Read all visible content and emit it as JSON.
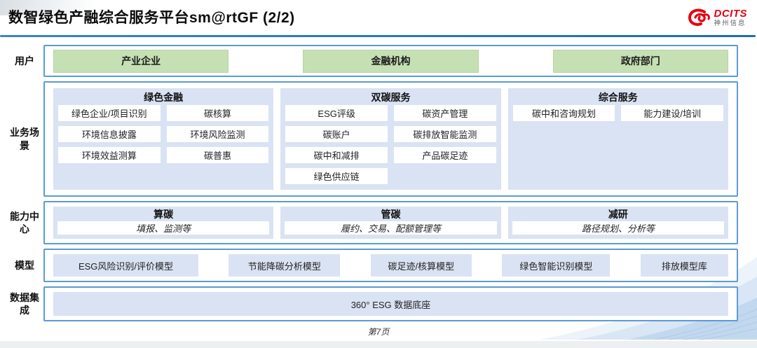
{
  "header": {
    "title": "数智绿色产融综合服务平台sm@rtGF (2/2)",
    "logo": {
      "brand": "DCITS",
      "sub": "神州信息"
    }
  },
  "rows": {
    "users": {
      "label": "用户",
      "items": [
        "产业企业",
        "金融机构",
        "政府部门"
      ]
    },
    "scenarios": {
      "label": "业务场景",
      "columns": [
        {
          "title": "绿色金融",
          "items": [
            "绿色企业/项目识别",
            "碳核算",
            "环境信息披露",
            "环境风险监测",
            "环境效益测算",
            "碳普惠"
          ]
        },
        {
          "title": "双碳服务",
          "items": [
            "ESG评级",
            "碳资产管理",
            "碳账户",
            "碳排放智能监测",
            "碳中和减排",
            "产品碳足迹",
            "绿色供应链"
          ]
        },
        {
          "title": "综合服务",
          "items": [
            "碳中和咨询规划",
            "能力建设/培训"
          ]
        }
      ]
    },
    "capabilities": {
      "label": "能力中心",
      "items": [
        {
          "title": "算碳",
          "desc": "填报、监测等"
        },
        {
          "title": "管碳",
          "desc": "履约、交易、配额管理等"
        },
        {
          "title": "减研",
          "desc": "路径规划、分析等"
        }
      ]
    },
    "models": {
      "label": "模型",
      "items": [
        "ESG风险识别/评价模型",
        "节能降碳分析模型",
        "碳足迹/核算模型",
        "绿色智能识别模型",
        "排放模型库"
      ]
    },
    "data": {
      "label": "数据集成",
      "item": "360° ESG 数据底座"
    }
  },
  "footer": {
    "page": "第7页"
  },
  "colors": {
    "accent_blue": "#1e6bb8",
    "box_border": "#5b9bd5",
    "panel_blue": "#dae3f3",
    "user_green": "#c5e0b3",
    "logo_red": "#e60012"
  }
}
